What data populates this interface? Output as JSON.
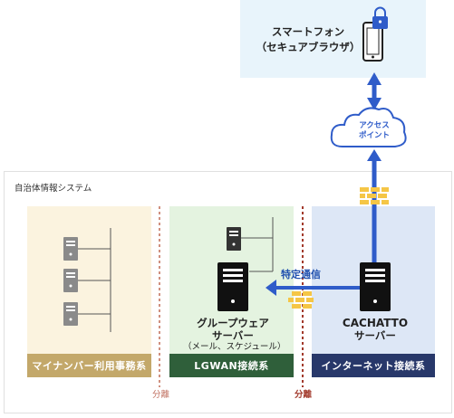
{
  "smartphone": {
    "name": "スマートフォン",
    "sub": "（セキュアブラウザ）"
  },
  "cloud": {
    "line1": "アクセス",
    "line2": "ポイント"
  },
  "system_title": "自治体情報システム",
  "zones": {
    "mynumber": {
      "label": "マイナンバー利用事務系"
    },
    "lgwan": {
      "label": "LGWAN接続系"
    },
    "internet": {
      "label": "インターネット接続系"
    }
  },
  "groupware": {
    "line1": "グループウェア",
    "line2": "サーバー",
    "line3": "（メール、スケジュール）"
  },
  "cachatto": {
    "line1": "CACHATTO",
    "line2": "サーバー"
  },
  "specific_comm": "特定通信",
  "separation_left": "分離",
  "separation_right": "分離",
  "colors": {
    "mynumber_bg": "#fbf3df",
    "mynumber_footer": "#c3a86a",
    "lgwan_bg": "#e4f3e0",
    "lgwan_footer": "#2f5f3a",
    "internet_bg": "#dde7f6",
    "internet_footer": "#28386a",
    "phone_bg": "#e8f4fb",
    "arrow": "#2f5cc9",
    "divider_left": "#d0907f",
    "divider_right": "#a23a2c",
    "firewall": "#f5c646"
  }
}
